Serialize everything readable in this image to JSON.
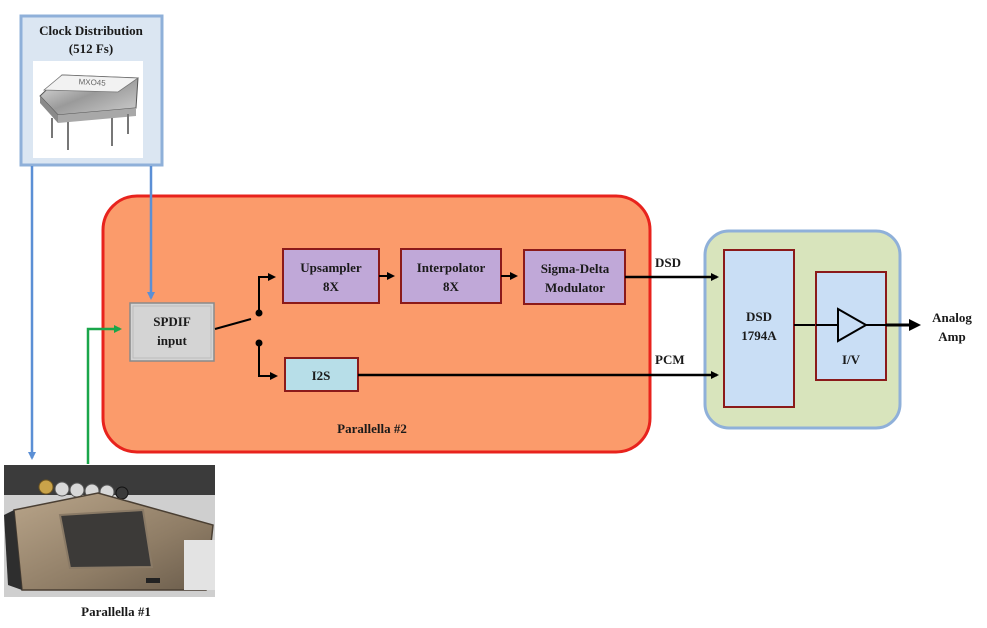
{
  "clock": {
    "title_line1": "Clock Distribution",
    "title_line2": "(512 Fs)",
    "chip_marking": "MXO45"
  },
  "spdif": {
    "line1": "SPDIF",
    "line2": "input"
  },
  "upsampler": {
    "line1": "Upsampler",
    "line2": "8X"
  },
  "interpolator": {
    "line1": "Interpolator",
    "line2": "8X"
  },
  "sigma_delta": {
    "line1": "Sigma-Delta",
    "line2": "Modulator"
  },
  "i2s": {
    "label": "I2S"
  },
  "dsd_signal": {
    "label": "DSD"
  },
  "pcm_signal": {
    "label": "PCM"
  },
  "dac": {
    "line1": "DSD",
    "line2": "1794A"
  },
  "iv": {
    "label": "I/V"
  },
  "output": {
    "line1": "Analog",
    "line2": "Amp"
  },
  "parallella2": {
    "label": "Parallella #2"
  },
  "parallella1": {
    "label": "Parallella #1"
  },
  "colors": {
    "parallella2_fill": "#fb9b6b",
    "parallella2_border": "#e8231d",
    "dac_group_fill": "#d8e4bc",
    "dac_group_border": "#8fb0d9",
    "processing_block": "#c0a8d8",
    "dac_block": "#c9def5",
    "i2s_block": "#b7dee8",
    "spdif_block": "#d4d4d4",
    "clock_line": "#5b8fd5",
    "spdif_line": "#1aa64a"
  }
}
